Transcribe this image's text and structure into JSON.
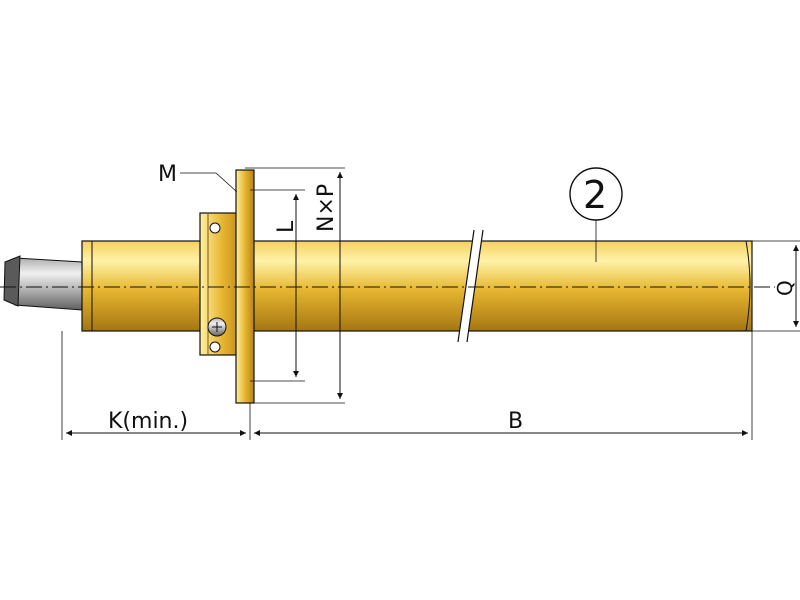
{
  "diagram": {
    "labels": {
      "flange_holes": "M",
      "hole_spacing": "L",
      "flange_height": "N×P",
      "part_number": "2",
      "tube_diameter": "Q",
      "min_clearance": "K(min.)",
      "tube_length": "B"
    },
    "colors": {
      "brass_light": "#fff0a0",
      "brass_mid": "#e8b830",
      "brass_dark": "#a87810",
      "steel_light": "#e8e8e8",
      "steel_dark": "#707070",
      "line": "#111111",
      "background": "#ffffff"
    }
  }
}
